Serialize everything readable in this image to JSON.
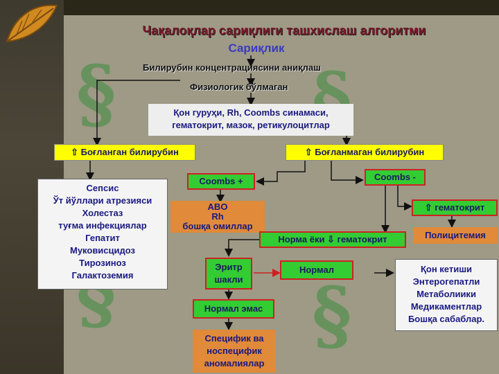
{
  "title": "Чақалоқлар сариқлиги ташхислаш алгоритми",
  "subtitle": "Сариқлик",
  "bilirubin": "Билирубин концентрациясини аниқлаш",
  "physiologic": "Физиологик бўлмаган",
  "tests": [
    "Қон гуруҳи, Rh, Coombs синамаси,",
    "гематокрит, мазок, ретикулоцитлар"
  ],
  "conjugated": "⇧ Боғланган билирубин",
  "unconjugated": "⇧ Боғланмаган билирубин",
  "conjugated_causes": [
    "Сепсис",
    "Ўт йўллари атрезияси",
    "Холестаз",
    "туғма инфекциялар",
    "Гепатит",
    "Муковисцидоз",
    "Тирозиноз",
    "Галактоземия"
  ],
  "coombs_pos": "Coombs +",
  "coombs_neg": "Coombs -",
  "abo": [
    "ABO",
    "Rh",
    "бошқа омиллар"
  ],
  "hematocrit_up": "⇧ гематокрит",
  "polycythemia": "Полицитемия",
  "normal_or_low": "Норма ёки ⇩ гематокрит",
  "erythro": [
    "Эритр",
    "шакли"
  ],
  "normal": "Нормал",
  "not_normal": "Нормал эмас",
  "specific": [
    "Специфик ва",
    "носпецифик",
    "аномалиялар"
  ],
  "other_causes": [
    "Қон кетиши",
    "Энтерогепатли",
    "Метаболиики",
    "Медикаментлар",
    "Бошқа сабаблар."
  ],
  "colors": {
    "title": "#7a1a2a",
    "box_yellow": "#ffff00",
    "box_green": "#33cc33",
    "box_orange": "#e08a3a",
    "border_red": "#cc2222"
  }
}
